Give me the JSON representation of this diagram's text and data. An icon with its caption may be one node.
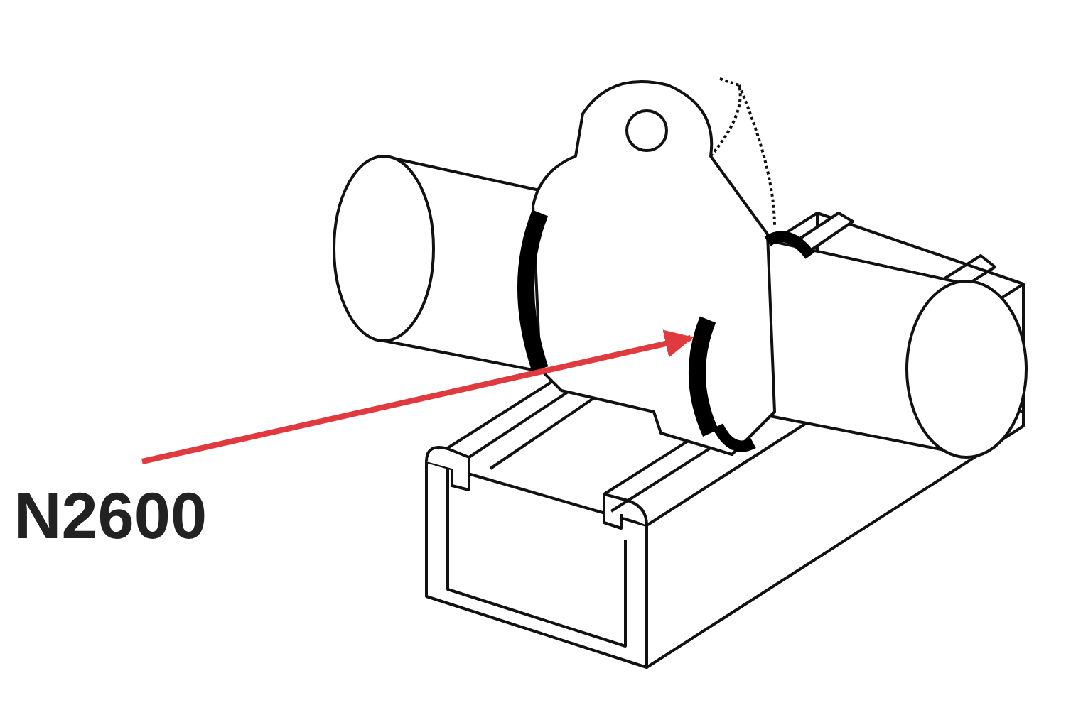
{
  "diagram": {
    "nodes": [
      {
        "text": [
          "N2600"
        ]
      },
      {
        "text": [],
        "shape": "picture"
      }
    ],
    "edges": [
      {
        "from": 0,
        "to": 1,
        "arrow": "to",
        "color": "#e0393e"
      }
    ]
  }
}
